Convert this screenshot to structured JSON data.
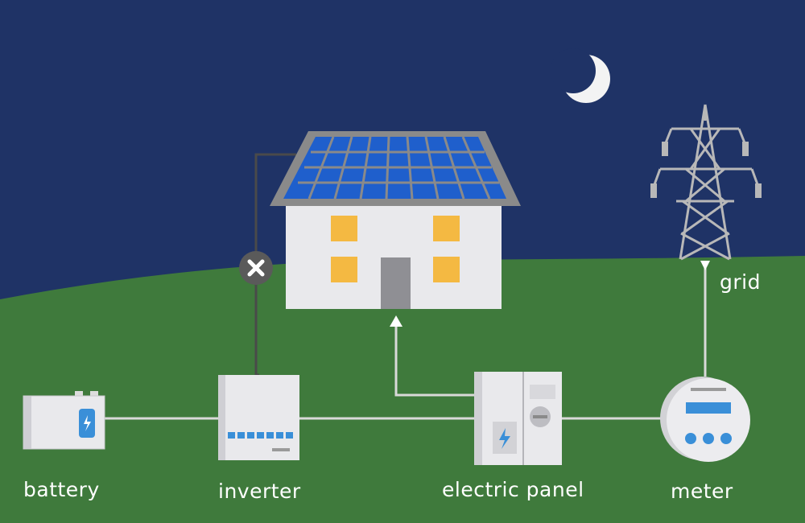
{
  "labels": {
    "battery": "battery",
    "inverter": "inverter",
    "electric_panel": "electric panel",
    "meter": "meter",
    "grid": "grid"
  },
  "colors": {
    "sky": "#1f3366",
    "ground": "#3f7a3c",
    "panel_blue": "#1f5fcc",
    "window": "#f4b942",
    "wire": "#d9d9d9",
    "accent": "#3a8fd8"
  },
  "icons": {
    "moon": "crescent-moon-icon",
    "tower": "transmission-tower-icon",
    "disconnect": "close-icon",
    "battery_charge": "lightning-icon",
    "panel_charge": "lightning-icon"
  }
}
